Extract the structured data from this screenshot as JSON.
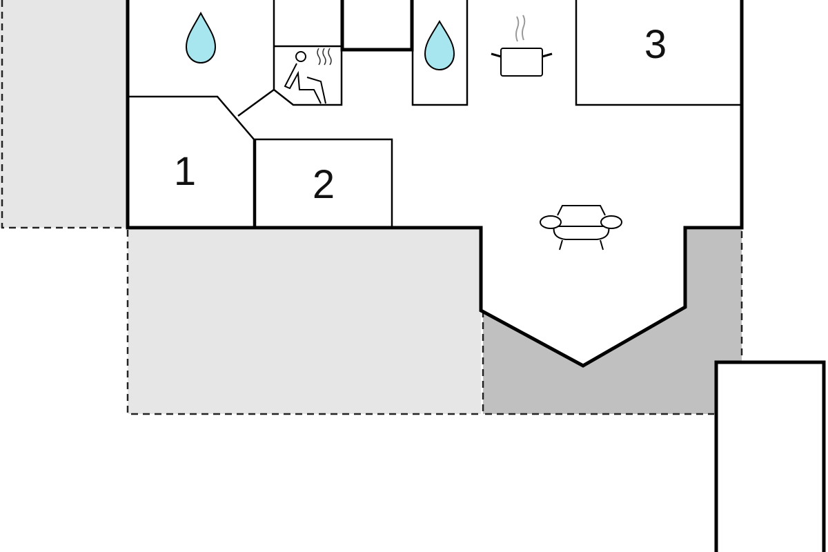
{
  "floorplan": {
    "rooms": [
      {
        "label": "1"
      },
      {
        "label": "2"
      },
      {
        "label": "3"
      }
    ],
    "icons": [
      "water-drop-icon",
      "sauna-icon",
      "water-drop-icon",
      "cooking-pot-icon",
      "armchair-icon"
    ],
    "colors": {
      "wall": "#000000",
      "terrace_light": "#e6e6e6",
      "terrace_dark": "#c0c0c0",
      "water": "#a8e6ef"
    }
  }
}
